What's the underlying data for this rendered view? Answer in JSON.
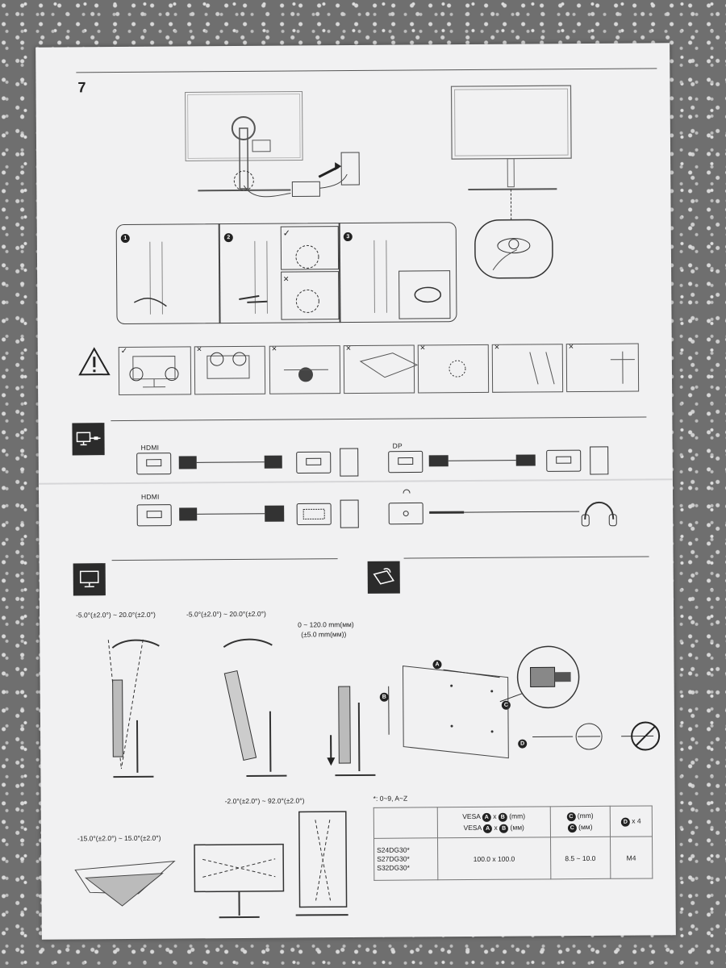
{
  "page_number": "7",
  "step_numbers": [
    "1",
    "2",
    "3"
  ],
  "check_mark": "✓",
  "cross_mark": "×",
  "connections": {
    "hdmi_label": "HDMI",
    "dp_label": "DP"
  },
  "adjustments": {
    "tilt_left": "-5.0°(±2.0°) ~ 20.0°(±2.0°)",
    "tilt_middle": "-5.0°(±2.0°) ~ 20.0°(±2.0°)",
    "height_line1": "0 ~ 120.0 mm(мм)",
    "height_line2": "(±5.0 mm(мм))",
    "swivel": "-15.0°(±2.0°) ~ 15.0°(±2.0°)",
    "pivot": "-2.0°(±2.0°) ~ 92.0°(±2.0°)"
  },
  "vesa": {
    "label_a": "A",
    "label_b": "B",
    "label_c": "C",
    "label_d": "D",
    "note": "*: 0~9, A~Z",
    "header_vesa_1": "VESA",
    "header_vesa_x": "x",
    "header_vesa_unit_1": "(mm)",
    "header_vesa_unit_2": "(мм)",
    "header_c_unit_1": "(mm)",
    "header_c_unit_2": "(мм)",
    "header_d": "x 4",
    "models": [
      "S24DG30*",
      "S27DG30*",
      "S32DG30*"
    ],
    "vesa_value": "100.0 x 100.0",
    "c_value": "8.5 ~ 10.0",
    "d_value": "M4"
  }
}
